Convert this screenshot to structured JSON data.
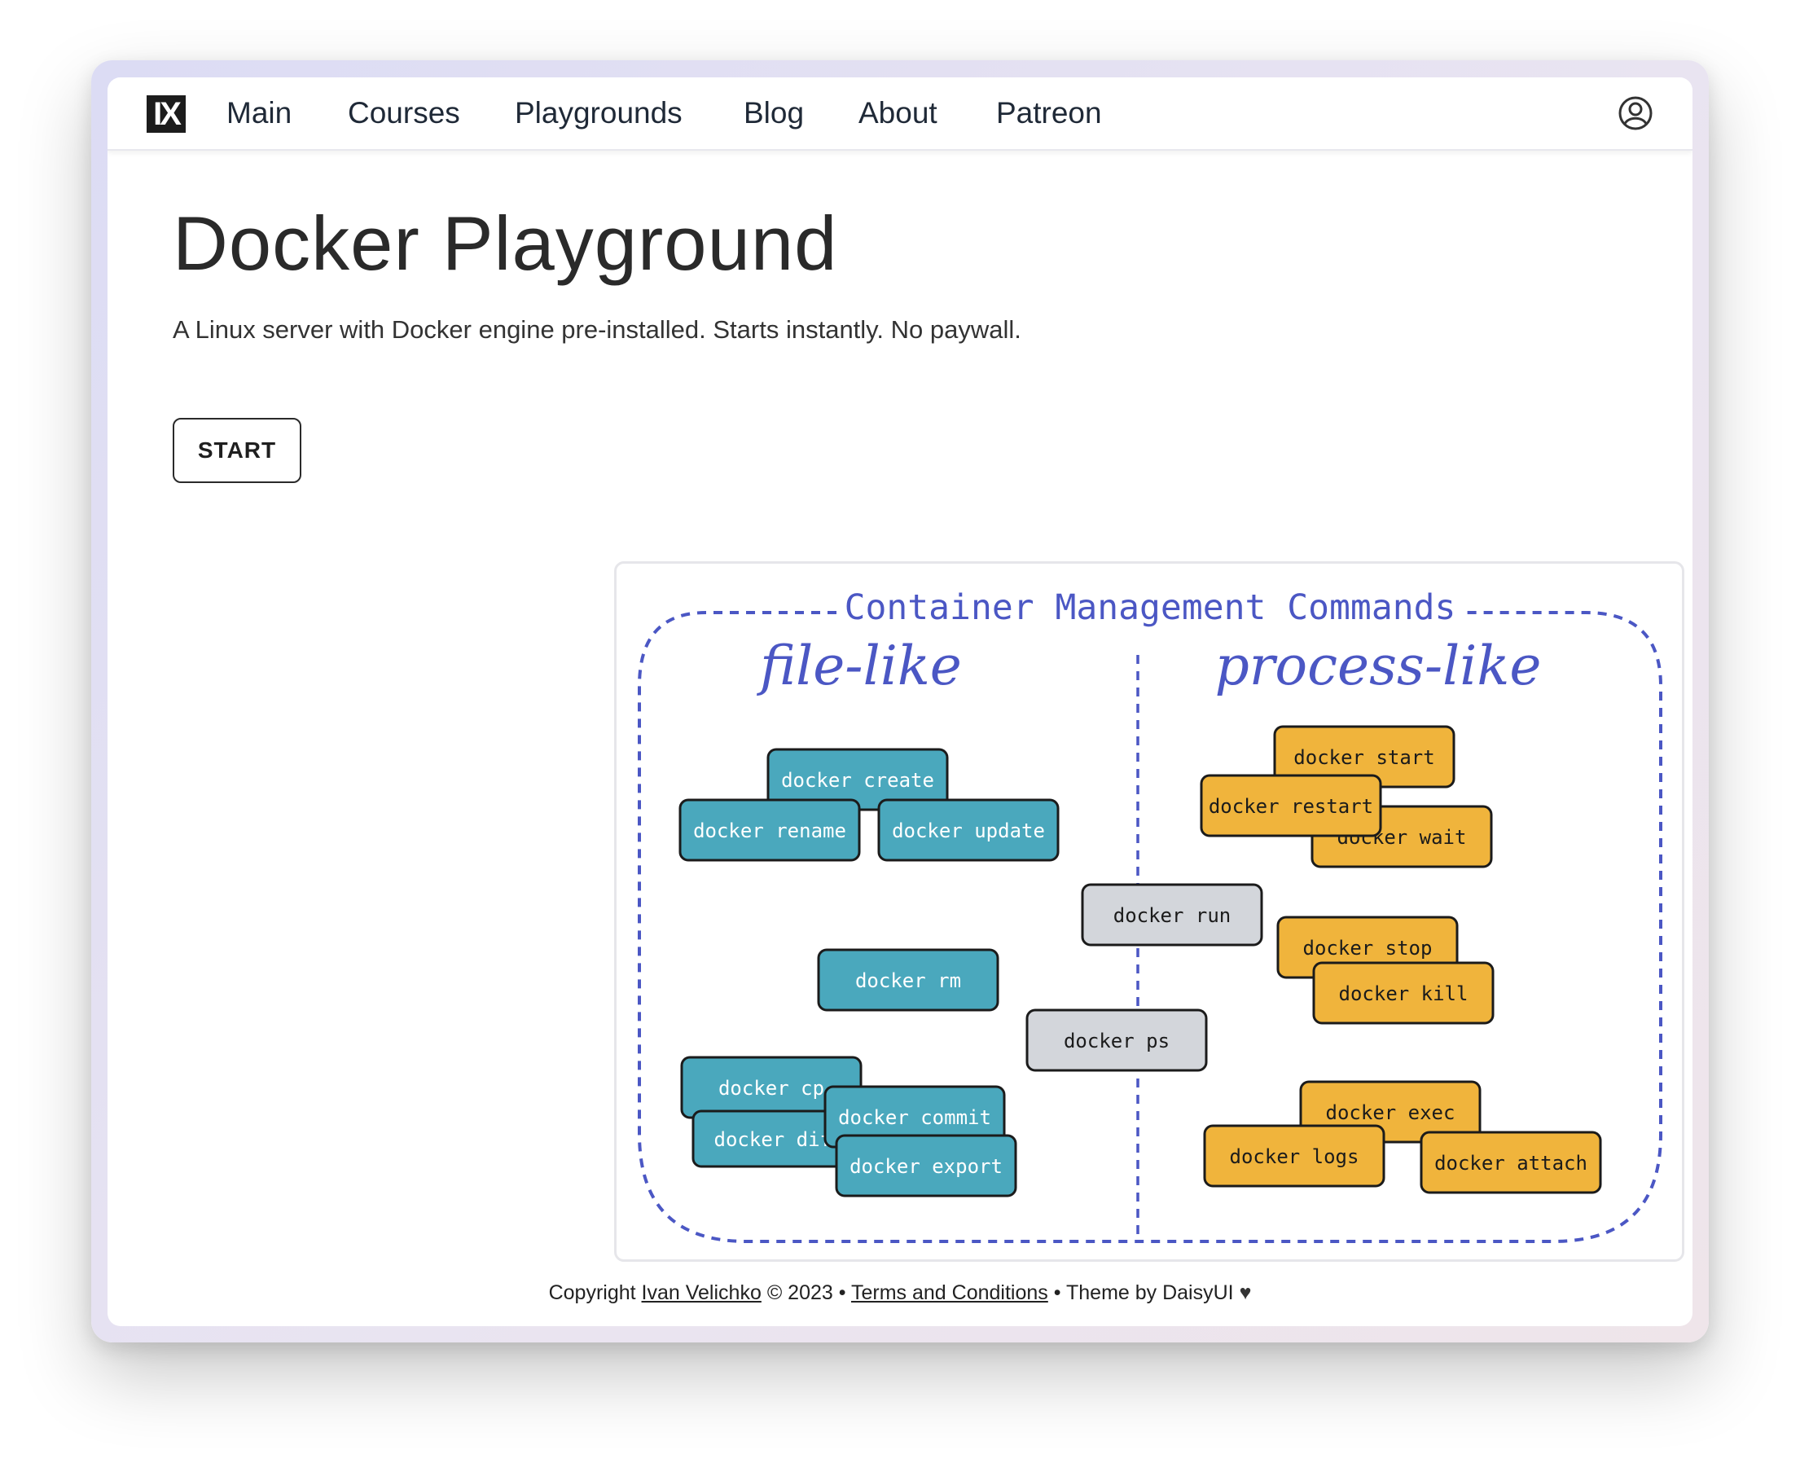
{
  "nav": {
    "logo_text": "IX",
    "links": [
      "Main",
      "Courses",
      "Playgrounds",
      "Blog",
      "About",
      "Patreon"
    ],
    "user_icon": "user-circle-icon"
  },
  "page": {
    "title": "Docker Playground",
    "subtitle": "A Linux server with Docker engine pre-installed. Starts instantly. No paywall.",
    "start_label": "START"
  },
  "diagram": {
    "title": "Container Management Commands",
    "left_heading": "file-like",
    "right_heading": "process-like",
    "colors": {
      "file": "#4aa8bd",
      "process": "#f0b43c",
      "neutral": "#d3d6db",
      "border": "#4b57c4"
    },
    "file_commands": [
      "docker create",
      "docker rename",
      "docker update",
      "docker rm",
      "docker cp",
      "docker diff",
      "docker commit",
      "docker export"
    ],
    "process_commands": [
      "docker start",
      "docker restart",
      "docker wait",
      "docker stop",
      "docker kill",
      "docker exec",
      "docker logs",
      "docker attach"
    ],
    "neutral_commands": [
      "docker run",
      "docker ps"
    ]
  },
  "footer": {
    "copyright_prefix": "Copyright",
    "author": "Ivan Velichko",
    "year_text": "© 2023 •",
    "terms": "Terms and Conditions",
    "theme": "• Theme by DaisyUI",
    "heart": "♥"
  }
}
